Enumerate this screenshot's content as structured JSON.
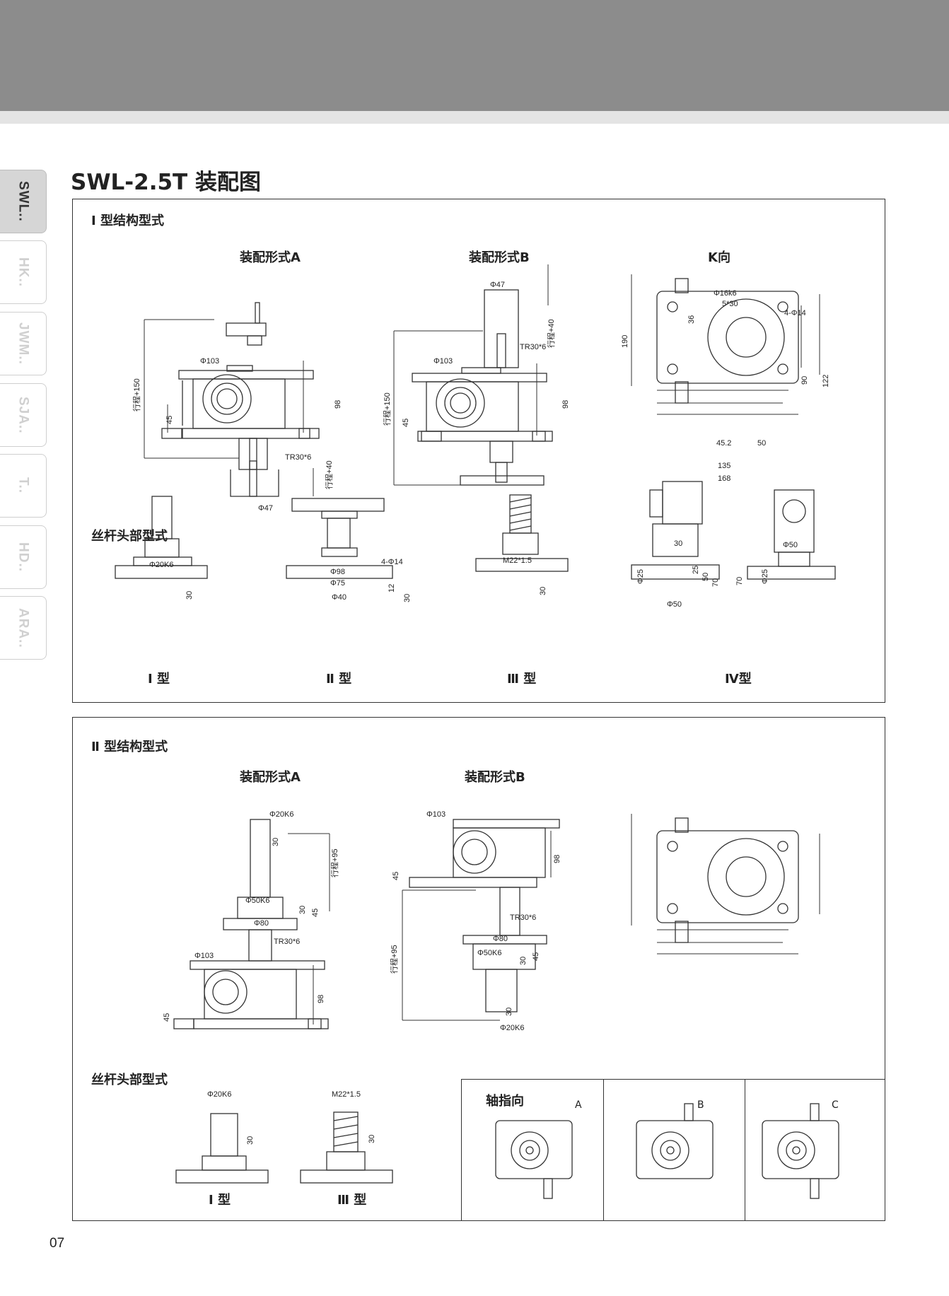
{
  "sidebar": {
    "tabs": [
      {
        "label": "SWL..",
        "active": true
      },
      {
        "label": "HK..",
        "active": false
      },
      {
        "label": "JWM..",
        "active": false
      },
      {
        "label": "SJA..",
        "active": false
      },
      {
        "label": "T..",
        "active": false
      },
      {
        "label": "HD..",
        "active": false
      },
      {
        "label": "ARA..",
        "active": false
      }
    ]
  },
  "page": {
    "title": "SWL-2.5T 装配图",
    "number": "07"
  },
  "panel1": {
    "section_title": "I 型结构型式",
    "headings": {
      "a": "装配形式A",
      "b": "装配形式B",
      "k": "K向"
    },
    "screw_head_title": "丝杆头部型式",
    "types": {
      "t1": "I 型",
      "t2": "Ⅱ 型",
      "t3": "Ⅲ 型",
      "t4": "Ⅳ型"
    },
    "dims": {
      "phi103": "Φ103",
      "stroke150": "行程+150",
      "d45": "45",
      "d98": "98",
      "tr": "TR30*6",
      "stroke40": "行程+40",
      "phi47": "Φ47",
      "phi16k6": "Φ16k6",
      "d5x30": "5*30",
      "d36": "36",
      "hole4": "4-Φ14",
      "d190": "190",
      "d90": "90",
      "d122": "122",
      "d452": "45.2",
      "d50": "50",
      "d135": "135",
      "d168": "168",
      "phi20k6": "Φ20K6",
      "d30": "30",
      "phi98": "Φ98",
      "phi75": "Φ75",
      "phi40": "Φ40",
      "d12": "12",
      "m22": "M22*1.5",
      "phi25": "Φ25",
      "d25": "25",
      "d70": "70",
      "phi50": "Φ50"
    }
  },
  "panel2": {
    "section_title": "Ⅱ 型结构型式",
    "headings": {
      "a": "装配形式A",
      "b": "装配形式B"
    },
    "screw_head_title": "丝杆头部型式",
    "types": {
      "t1": "I 型",
      "t3": "Ⅲ 型"
    },
    "dims": {
      "phi20k6": "Φ20K6",
      "d30": "30",
      "phi50k6": "Φ50K6",
      "phi80": "Φ80",
      "stroke95": "行程+95",
      "d45": "45",
      "tr": "TR30*6",
      "phi103": "Φ103",
      "d98": "98",
      "m22": "M22*1.5"
    },
    "axis": {
      "title": "轴指向",
      "a": "A",
      "b": "B",
      "c": "C"
    }
  }
}
